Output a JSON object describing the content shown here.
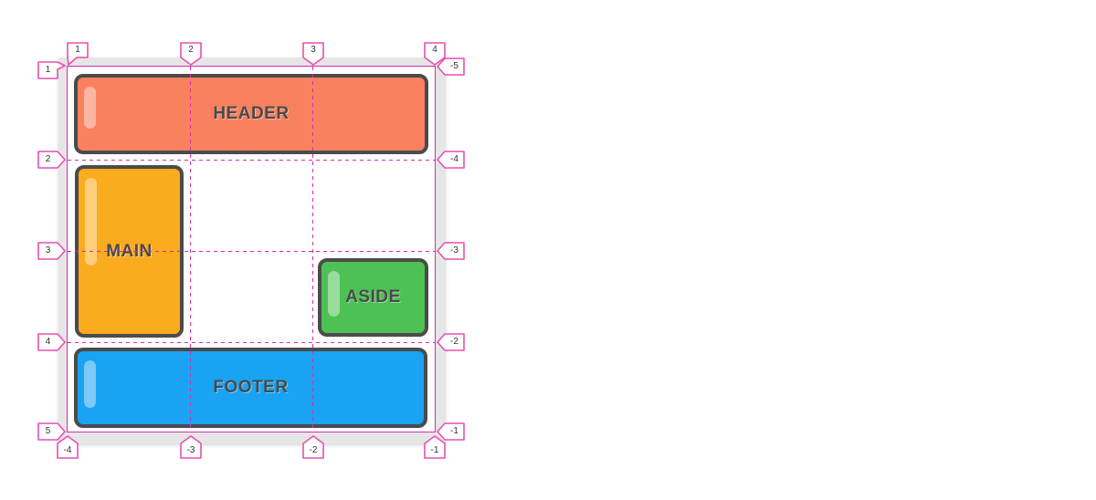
{
  "diagram": {
    "description": "CSS Grid line numbers diagram",
    "grid": {
      "columns": 3,
      "rows": 4
    },
    "blocks": [
      {
        "label": "HEADER",
        "color": "#F9815F",
        "column": "1 / 4",
        "row": "1 / 2"
      },
      {
        "label": "MAIN",
        "color": "#FBAB1E",
        "column": "1 / 2",
        "row": "2 / 4"
      },
      {
        "label": "ASIDE",
        "color": "#4EC155",
        "column": "3 / 4",
        "row": "3 / 4"
      },
      {
        "label": "FOOTER",
        "color": "#1AA3F2",
        "column": "1 / 4",
        "row": "4 / 5"
      }
    ],
    "line_numbers": {
      "top": [
        "1",
        "2",
        "3",
        "4"
      ],
      "left": [
        "1",
        "2",
        "3",
        "4",
        "5"
      ],
      "right": [
        "-5",
        "-4",
        "-3",
        "-2",
        "-1"
      ],
      "bottom": [
        "-4",
        "-3",
        "-2",
        "-1"
      ]
    },
    "colors": {
      "grid_line": "#D92BB0",
      "badge_border": "#E84FB4",
      "badge_fill": "#FFFFFF",
      "badge_text": "#333333",
      "block_border": "#4B4B4B",
      "block_label": "#4A4A4A",
      "board_background": "#E7E6E6",
      "cell_background": "#FFFFFF"
    }
  }
}
